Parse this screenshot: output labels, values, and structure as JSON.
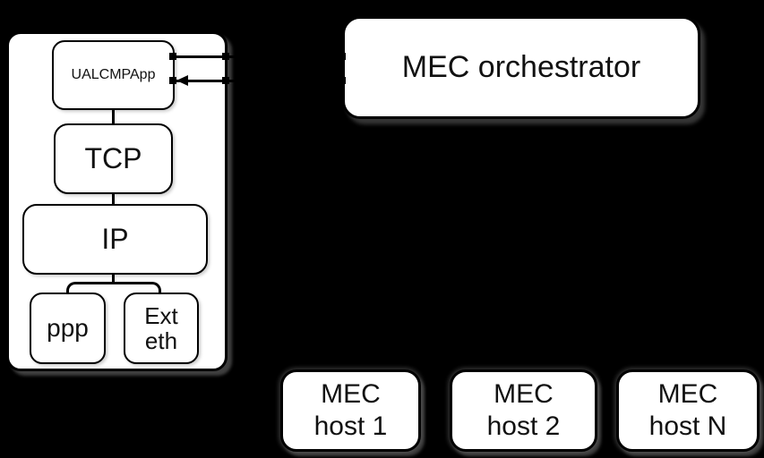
{
  "colors": {
    "background": "#000000",
    "node_fill": "#ffffff",
    "stroke": "#000000",
    "text": "#111111"
  },
  "ue_stack": {
    "app": {
      "label": "UALCMPApp"
    },
    "tcp": {
      "label": "TCP"
    },
    "ip": {
      "label": "IP"
    },
    "ppp": {
      "label": "ppp"
    },
    "ext_eth": {
      "line1": "Ext",
      "line2": "eth"
    }
  },
  "orchestrator": {
    "label": "MEC orchestrator"
  },
  "hosts": [
    {
      "line1": "MEC",
      "line2": "host 1"
    },
    {
      "line1": "MEC",
      "line2": "host 2"
    },
    {
      "line1": "MEC",
      "line2": "host N"
    }
  ]
}
